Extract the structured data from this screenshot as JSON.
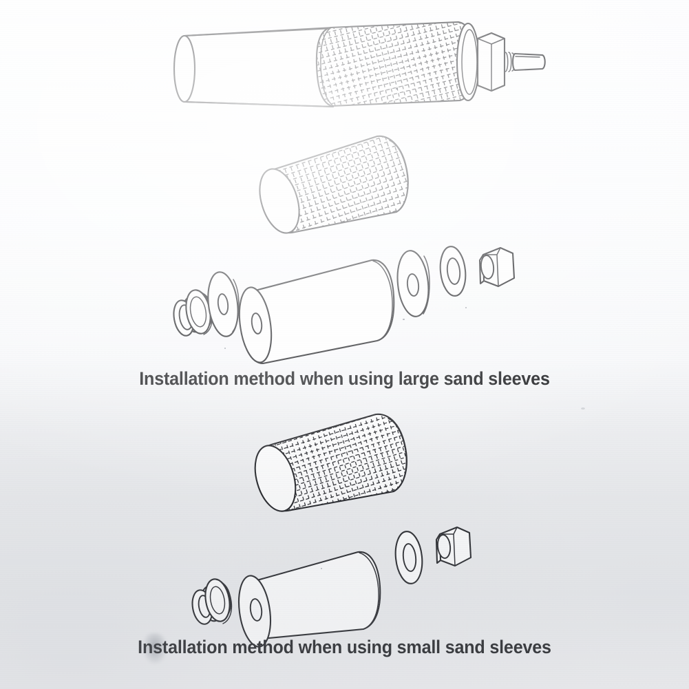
{
  "document": {
    "kind": "scanned-instruction-sheet",
    "page_background": "#f4f5f7",
    "ink_color": "#15161a"
  },
  "figures": [
    {
      "id": "assembled-drum",
      "name": "assembled-sanding-drum-with-large-sleeve",
      "description": "Assembled sanding drum: smooth mandrel body with abrasive sleeve fitted over the right portion, end washer, hex nut and threaded arbor shaft",
      "parts": [
        "mandrel-body",
        "abrasive-sleeve",
        "end-washer",
        "hex-nut",
        "arbor-shaft"
      ]
    },
    {
      "id": "large-sleeve",
      "name": "large-sand-sleeve",
      "description": "Large abrasive sand sleeve, cross-hatched grit texture, open cylinder"
    },
    {
      "id": "large-exploded",
      "name": "large-sleeve-exploded-parts",
      "description": "Exploded parts row for large sleeve installation",
      "parts": [
        "stepped-bushing",
        "large-flat-washer",
        "mandrel-body",
        "large-flat-washer",
        "small-flat-washer",
        "hex-nut"
      ]
    },
    {
      "id": "small-sleeve",
      "name": "small-sand-sleeve",
      "description": "Small abrasive sand sleeve, dense cross-hatched grit texture, open cylinder"
    },
    {
      "id": "small-exploded",
      "name": "small-sleeve-exploded-parts",
      "description": "Exploded parts row for small sleeve installation",
      "parts": [
        "stepped-bushing",
        "mandrel-body",
        "small-flat-washer",
        "hex-nut"
      ]
    }
  ],
  "captions": {
    "large": "Installation method when using large sand sleeves",
    "small": "Installation method when using small sand sleeves"
  }
}
